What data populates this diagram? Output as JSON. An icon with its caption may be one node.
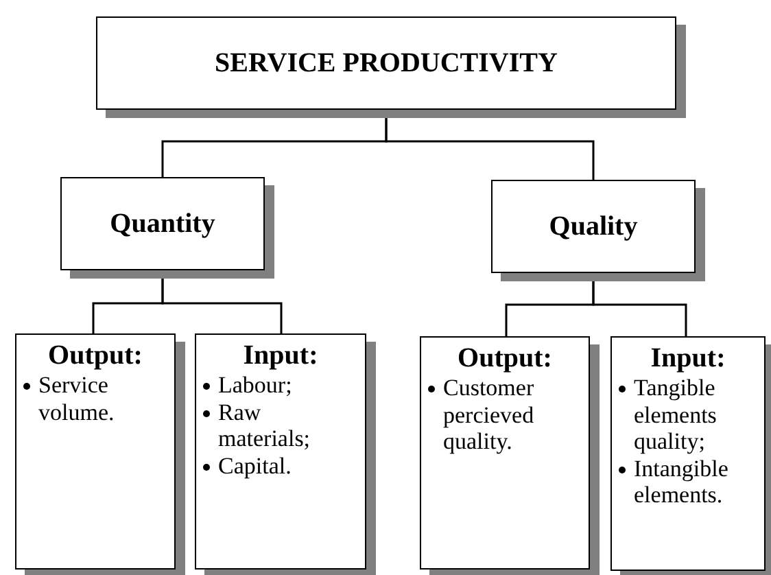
{
  "diagram": {
    "nodes": [
      {
        "text": [
          "SERVICE PRODUCTIVITY"
        ]
      },
      {
        "text": [
          "Quantity"
        ]
      },
      {
        "text": [
          "Quality"
        ]
      },
      {
        "text": [
          "Output:",
          "Service volume."
        ]
      },
      {
        "text": [
          "Input:",
          "Labour;",
          "Raw materials;",
          "Capital."
        ]
      },
      {
        "text": [
          "Output:",
          "Customer percieved quality."
        ]
      },
      {
        "text": [
          "Input:",
          "Tangible elements quality;",
          "Intangible elements."
        ]
      }
    ],
    "edges": [
      {
        "from": 0,
        "to": 1,
        "arrow": "none"
      },
      {
        "from": 0,
        "to": 2,
        "arrow": "none"
      },
      {
        "from": 1,
        "to": 3,
        "arrow": "none"
      },
      {
        "from": 1,
        "to": 4,
        "arrow": "none"
      },
      {
        "from": 2,
        "to": 5,
        "arrow": "none"
      },
      {
        "from": 2,
        "to": 6,
        "arrow": "none"
      }
    ]
  }
}
